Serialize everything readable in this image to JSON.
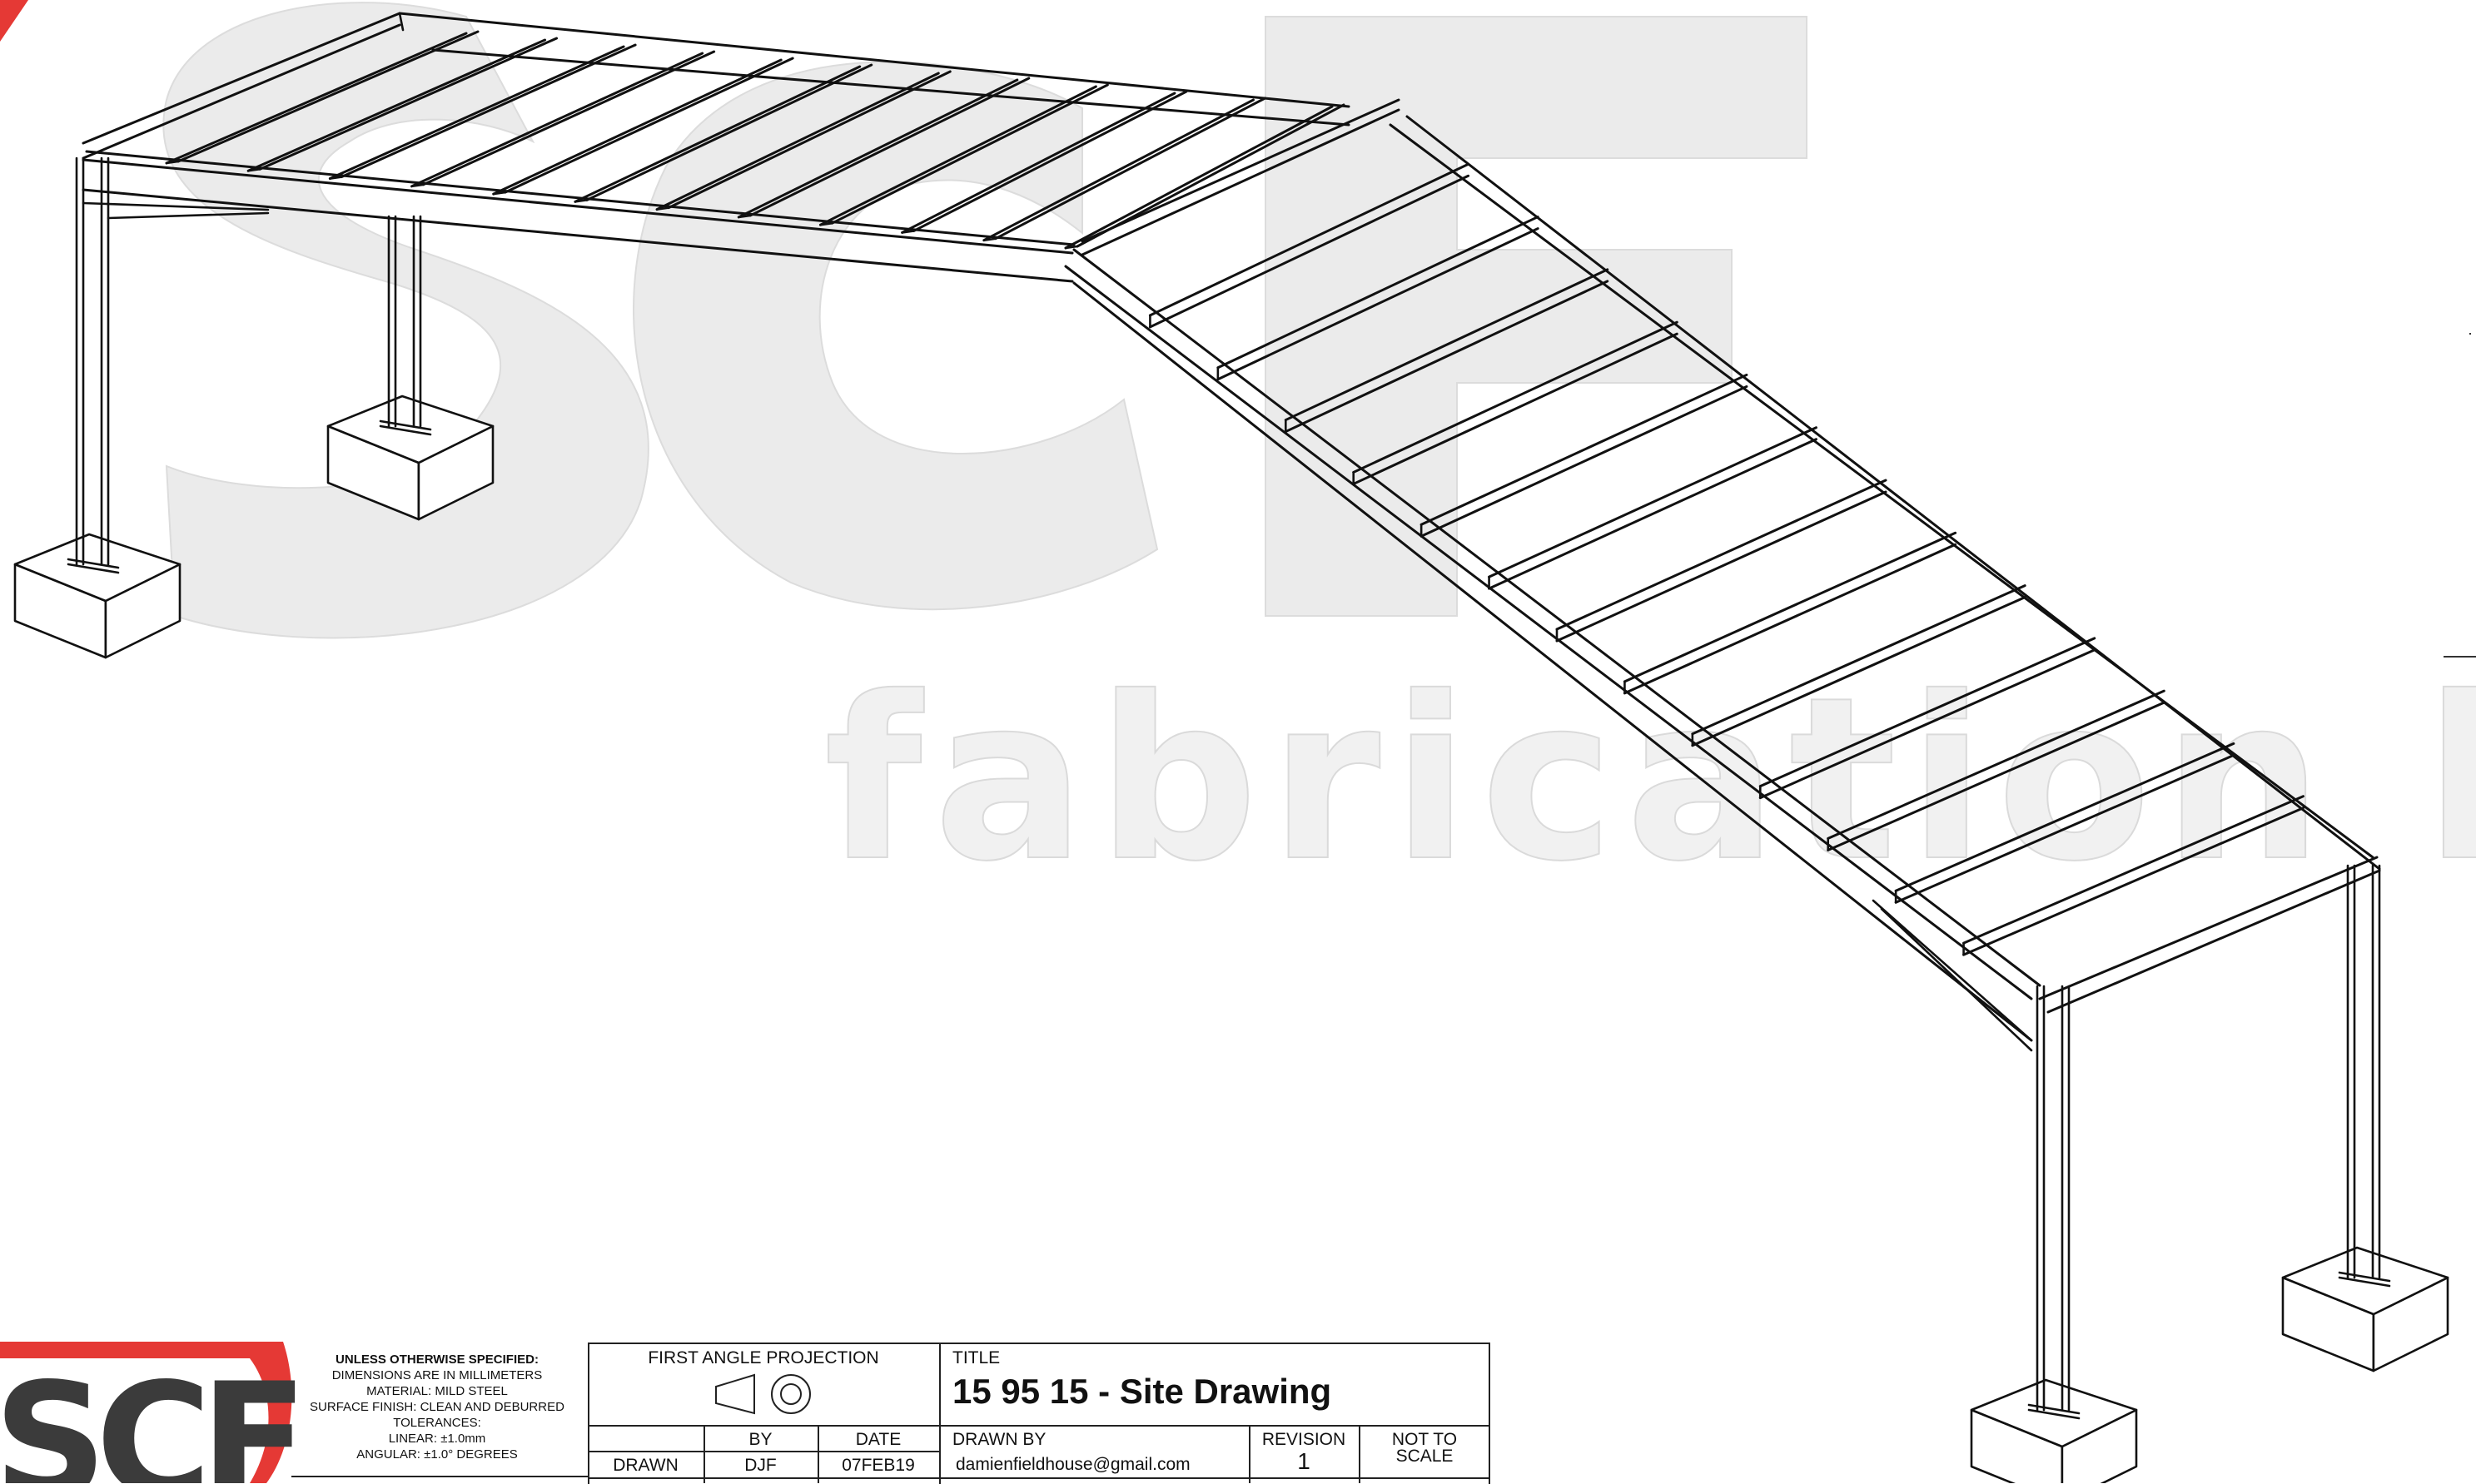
{
  "watermark": {
    "letters": "SCF",
    "subtitle": "fabrication ltd"
  },
  "title_block": {
    "logo_text": "SCF",
    "spec_heading": "UNLESS OTHERWISE SPECIFIED:",
    "spec_lines": [
      "DIMENSIONS ARE IN MILLIMETERS",
      "MATERIAL: MILD STEEL",
      "SURFACE FINISH: CLEAN AND DEBURRED",
      "TOLERANCES:",
      "LINEAR: ±1.0mm",
      "ANGULAR: ±1.0° DEGREES"
    ],
    "projection_label": "FIRST ANGLE PROJECTION",
    "by_label": "BY",
    "date_label": "DATE",
    "drawn_label": "DRAWN",
    "drawn_by_initials": "DJF",
    "drawn_date": "07FEB19",
    "title_label": "TITLE",
    "title": "15 95 15 - Site Drawing",
    "drawn_by_label": "DRAWN BY",
    "drawn_by_email": "damienfieldhouse@gmail.com",
    "revision_label": "REVISION",
    "revision_value": "1",
    "scale_line1": "NOT TO",
    "scale_line2": "SCALE"
  },
  "colors": {
    "line": "#111111",
    "watermark": "#e8e8e8",
    "logo_red": "#e53935",
    "logo_dark": "#3b3b3b"
  }
}
